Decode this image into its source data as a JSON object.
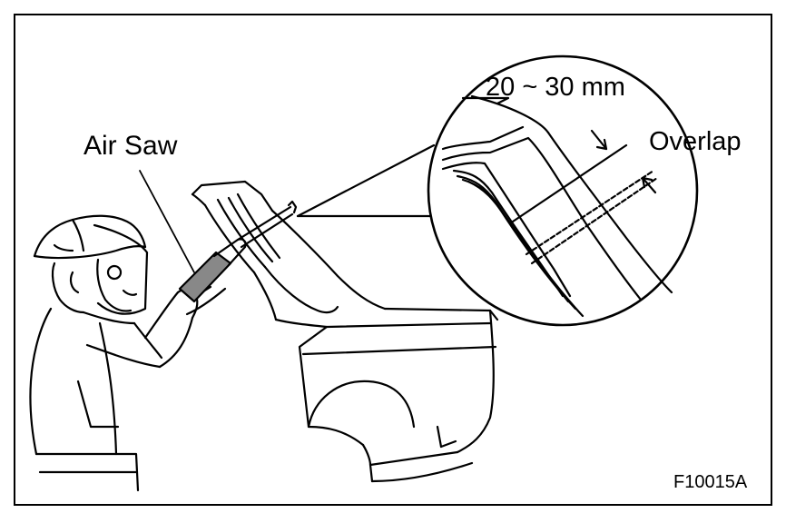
{
  "labels": {
    "air_saw": "Air Saw",
    "dimension": "20 ~ 30 mm",
    "overlap": "Overlap",
    "figure_code": "F10015A"
  },
  "colors": {
    "ink": "#000000",
    "paper": "#ffffff",
    "saw_shading": "#888888"
  }
}
